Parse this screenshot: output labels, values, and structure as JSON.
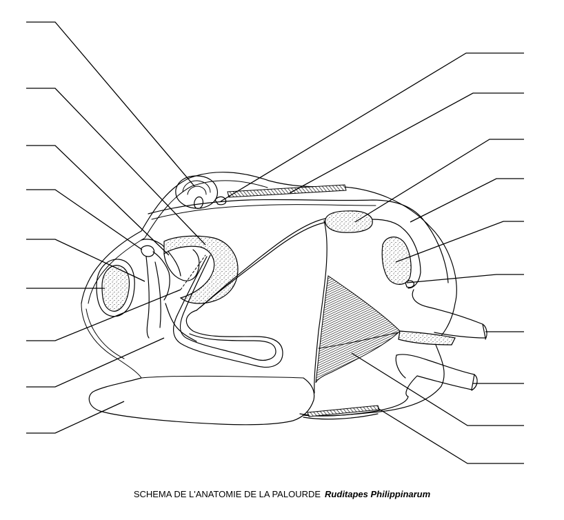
{
  "caption": {
    "title": "SCHEMA DE L'ANATOMIE DE LA PALOURDE",
    "species": "Ruditapes Philippinarum"
  },
  "labels": {
    "left_count": 9,
    "right_count": 10,
    "blank": true
  }
}
